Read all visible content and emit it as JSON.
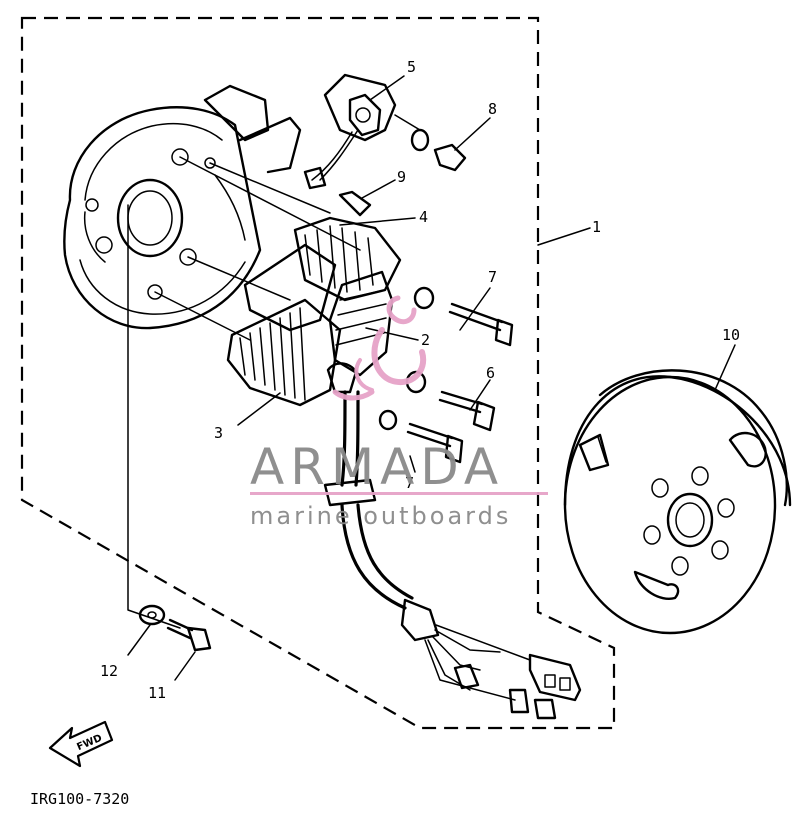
{
  "callouts": {
    "c1": "1",
    "c2": "2",
    "c3": "3",
    "c4": "4",
    "c5": "5",
    "c6": "6",
    "c7a": "7",
    "c7b": "7",
    "c8": "8",
    "c9": "9",
    "c10": "10",
    "c11": "11",
    "c12": "12"
  },
  "fwd_label": "FWD",
  "drawing_code": "IRG100-7320",
  "watermark": {
    "brand": "ARMADA",
    "tagline": "marine outboards",
    "accent_color": "#e6a3c8",
    "text_color": "#8a8a8a"
  }
}
